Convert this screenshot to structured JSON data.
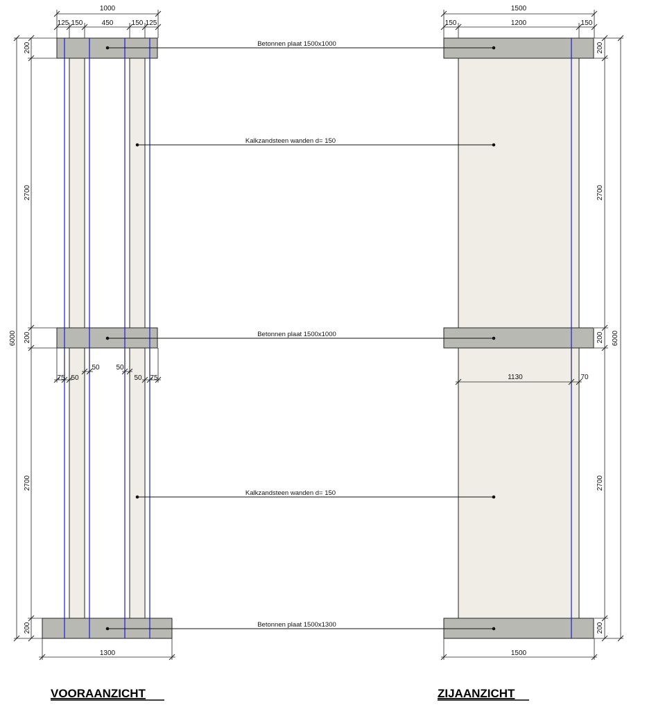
{
  "labels": {
    "slab_top": "Betonnen plaat 1500x1000",
    "wall_upper": "Kalkzandsteen wanden d= 150",
    "slab_mid": "Betonnen plaat 1500x1000",
    "wall_lower": "Kalkzandsteen wanden d= 150",
    "slab_bottom": "Betonnen plaat 1500x1300"
  },
  "titles": {
    "front": "VOORAANZICHT",
    "side": "ZIJAANZICHT"
  },
  "dimensions": {
    "front_total_width": "1000",
    "front_parts": [
      "125",
      "150",
      "450",
      "150",
      "125"
    ],
    "front_offsets_left": [
      "75",
      "50"
    ],
    "front_offsets_left_upper": "50",
    "front_offsets_right_upper": "50",
    "front_offsets_right": [
      "50",
      "75"
    ],
    "front_bottom_width": "1300",
    "side_total_width": "1500",
    "side_parts": [
      "150",
      "1200",
      "150"
    ],
    "side_inner": "1130",
    "side_inner_right": "70",
    "side_bottom_width": "1500",
    "slab_height": "200",
    "wall_height": "2700",
    "total_height": "6000"
  }
}
